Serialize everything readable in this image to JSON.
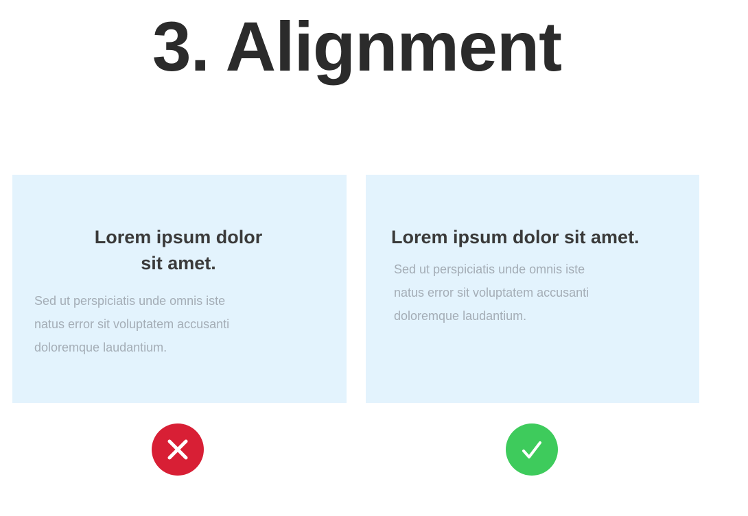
{
  "title": "3. Alignment",
  "left_card": {
    "heading_line1": "Lorem ipsum dolor",
    "heading_line2": "sit amet.",
    "body_line1": "Sed ut perspiciatis unde omnis iste",
    "body_line2": "natus error sit voluptatem accusanti",
    "body_line3": "doloremque laudantium."
  },
  "right_card": {
    "heading": "Lorem ipsum dolor sit amet.",
    "body_line1": "Sed ut perspiciatis unde omnis iste",
    "body_line2": "natus error sit voluptatem accusanti",
    "body_line3": "doloremque laudantium."
  },
  "badges": {
    "wrong_icon": "cross-icon",
    "wrong_color": "#d81f35",
    "right_icon": "checkmark-icon",
    "right_color": "#3ecb5c"
  }
}
